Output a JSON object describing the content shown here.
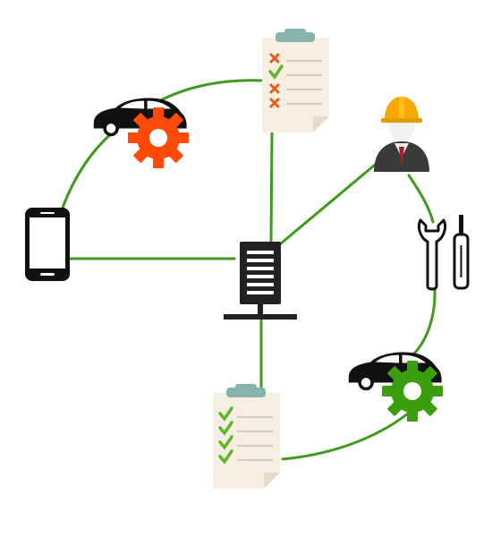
{
  "diagram": {
    "colors": {
      "link": "#3f9a1d",
      "gear_service": "#ff4a0a",
      "gear_done": "#3a9e0f",
      "clipboard_bg": "#f6efe1",
      "clip": "#86b3ab",
      "device": "#111111",
      "check": "#62b52a",
      "cross": "#e05a22"
    },
    "nodes": [
      {
        "id": "server",
        "icon": "server-icon"
      },
      {
        "id": "phone",
        "icon": "smartphone-icon"
      },
      {
        "id": "car-service-request",
        "icon": "car-gear-icon",
        "gear_color": "gear_service"
      },
      {
        "id": "checklist-pending",
        "icon": "clipboard-checklist-icon",
        "items": [
          "cross",
          "check",
          "cross",
          "cross"
        ]
      },
      {
        "id": "technician",
        "icon": "engineer-hardhat-icon"
      },
      {
        "id": "tools",
        "icon": "wrench-screwdriver-icon"
      },
      {
        "id": "car-service-done",
        "icon": "car-gear-icon",
        "gear_color": "gear_done"
      },
      {
        "id": "checklist-complete",
        "icon": "clipboard-checklist-icon",
        "items": [
          "check",
          "check",
          "check",
          "check"
        ]
      }
    ],
    "links": [
      {
        "from": "server",
        "to": "phone"
      },
      {
        "from": "server",
        "to": "checklist-pending"
      },
      {
        "from": "server",
        "to": "technician"
      },
      {
        "from": "server",
        "to": "checklist-complete"
      },
      {
        "from": "phone",
        "to": "car-service-request"
      },
      {
        "from": "car-service-request",
        "to": "checklist-pending"
      },
      {
        "from": "technician",
        "to": "tools"
      },
      {
        "from": "tools",
        "to": "car-service-done"
      },
      {
        "from": "car-service-done",
        "to": "checklist-complete"
      }
    ]
  }
}
